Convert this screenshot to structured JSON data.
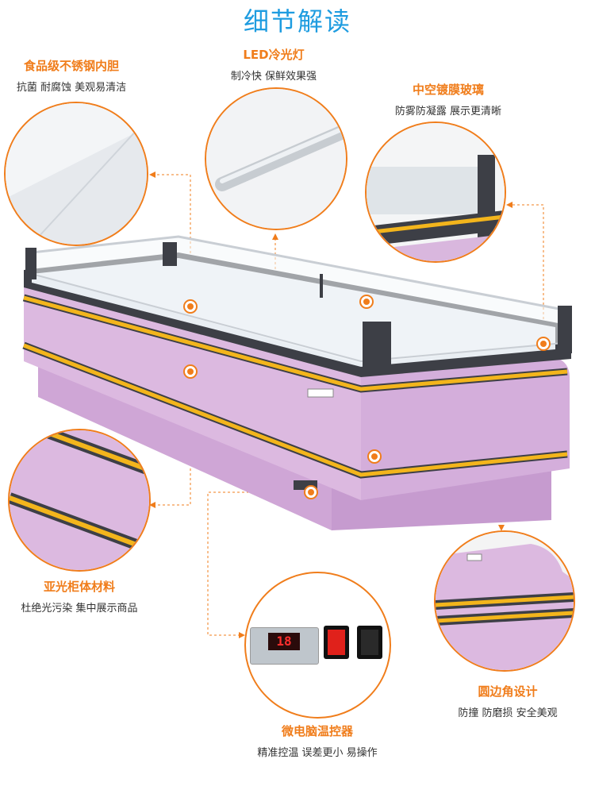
{
  "page_title": "细节解读",
  "features": [
    {
      "id": "liner",
      "title": "食品级不锈钢内胆",
      "desc": "抗菌 耐腐蚀 美观易清洁"
    },
    {
      "id": "led",
      "title": "LED冷光灯",
      "desc": "制冷快 保鲜效果强"
    },
    {
      "id": "glass",
      "title": "中空镀膜玻璃",
      "desc": "防雾防凝露 展示更清晰"
    },
    {
      "id": "matte",
      "title": "亚光柜体材料",
      "desc": "杜绝光污染 集中展示商品"
    },
    {
      "id": "corner",
      "title": "圆边角设计",
      "desc": "防撞 防磨损 安全美观"
    },
    {
      "id": "controller",
      "title": "微电脑温控器",
      "desc": "精准控温 误差更小 易操作"
    }
  ],
  "controller_display": "18",
  "colors": {
    "accent": "#f07d1b",
    "title": "#1e9ce0",
    "cabinet": "#d9b7de",
    "stripe": "#f3b51c",
    "trim": "#3d3f46"
  }
}
